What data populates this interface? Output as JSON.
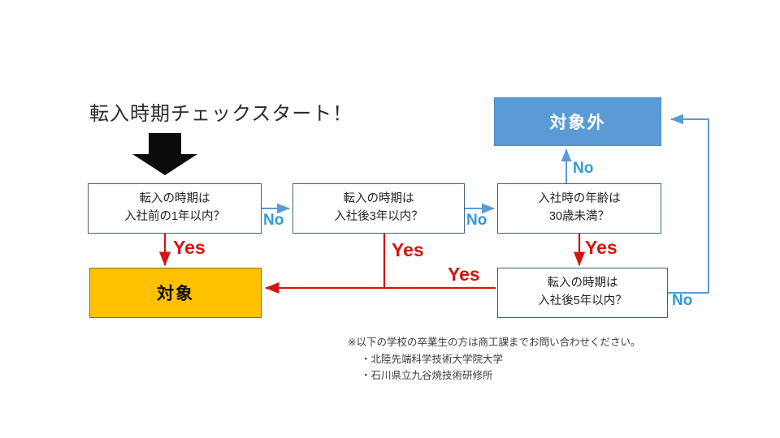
{
  "title": "転入時期チェックスタート！",
  "nodes": {
    "q1": {
      "line1": "転入の時期は",
      "line2": "入社前の1年以内？"
    },
    "q2": {
      "line1": "転入の時期は",
      "line2": "入社後3年以内？"
    },
    "q3": {
      "line1": "入社時の年齢は",
      "line2": "30歳未満？"
    },
    "q4": {
      "line1": "転入の時期は",
      "line2": "入社後5年以内？"
    },
    "eligible": {
      "label": "対象"
    },
    "not_eligible": {
      "label": "対象外"
    }
  },
  "edges": {
    "q1_no": "No",
    "q1_yes": "Yes",
    "q2_no": "No",
    "q2_yes": "Yes",
    "q3_no": "No",
    "q3_yes": "Yes",
    "q4_yes": "Yes",
    "q4_no": "No"
  },
  "footnote": {
    "line1": "※以下の学校の卒業生の方は商工課までお問い合わせください。",
    "line2": "・北陸先端科学技術大学院大学",
    "line3": "・石川県立九谷焼技術研修所"
  },
  "colors": {
    "yes": "#d31510",
    "no": "#2e9bd6",
    "eligible_fill": "#ffc000",
    "not_eligible_fill": "#5b9bd5",
    "decision_border": "#41607c",
    "background": "#ffffff"
  }
}
